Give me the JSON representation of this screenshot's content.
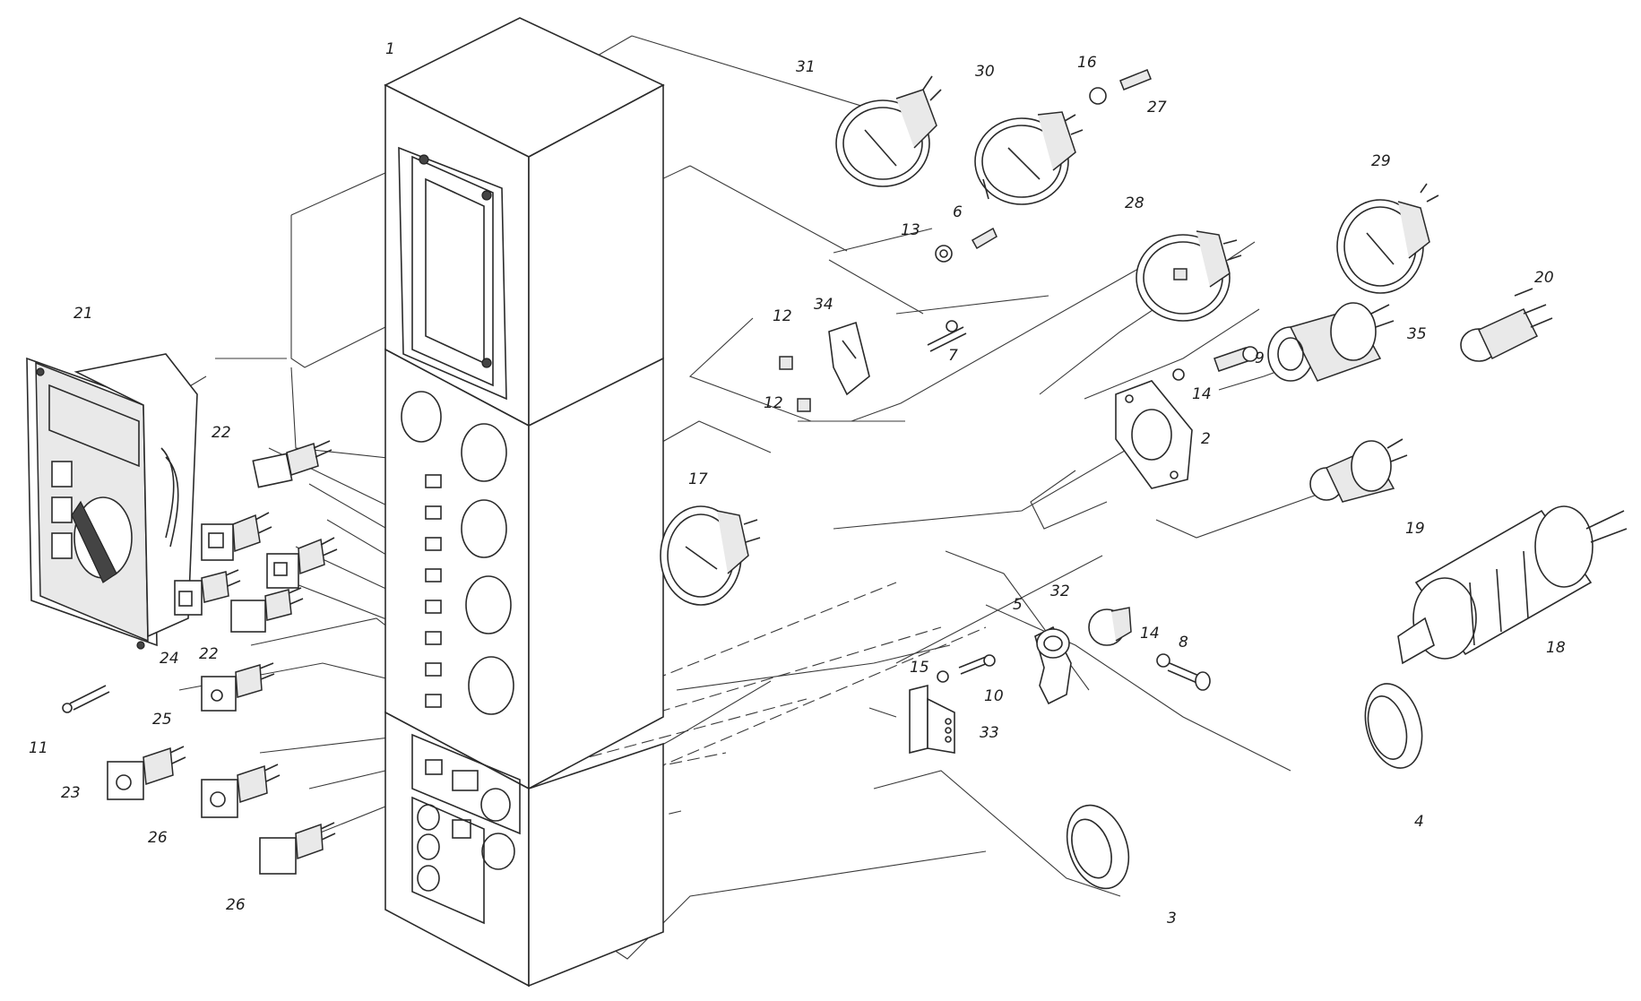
{
  "labels": {
    "l1": "1",
    "l2": "2",
    "l3": "3",
    "l4": "4",
    "l5": "5",
    "l6": "6",
    "l7": "7",
    "l8": "8",
    "l9": "9",
    "l10": "10",
    "l11": "11",
    "l12a": "12",
    "l12b": "12",
    "l13": "13",
    "l14a": "14",
    "l14b": "14",
    "l15": "15",
    "l16": "16",
    "l17": "17",
    "l18": "18",
    "l19": "19",
    "l20": "20",
    "l21": "21",
    "l22a": "22",
    "l22b": "22",
    "l23": "23",
    "l24": "24",
    "l25": "25",
    "l26a": "26",
    "l26b": "26",
    "l27": "27",
    "l28": "28",
    "l29": "29",
    "l30": "30",
    "l31": "31",
    "l32": "32",
    "l33": "33",
    "l34": "34",
    "l35": "35"
  },
  "colors": {
    "ink": "#2a2a2a",
    "paper": "#ffffff"
  }
}
